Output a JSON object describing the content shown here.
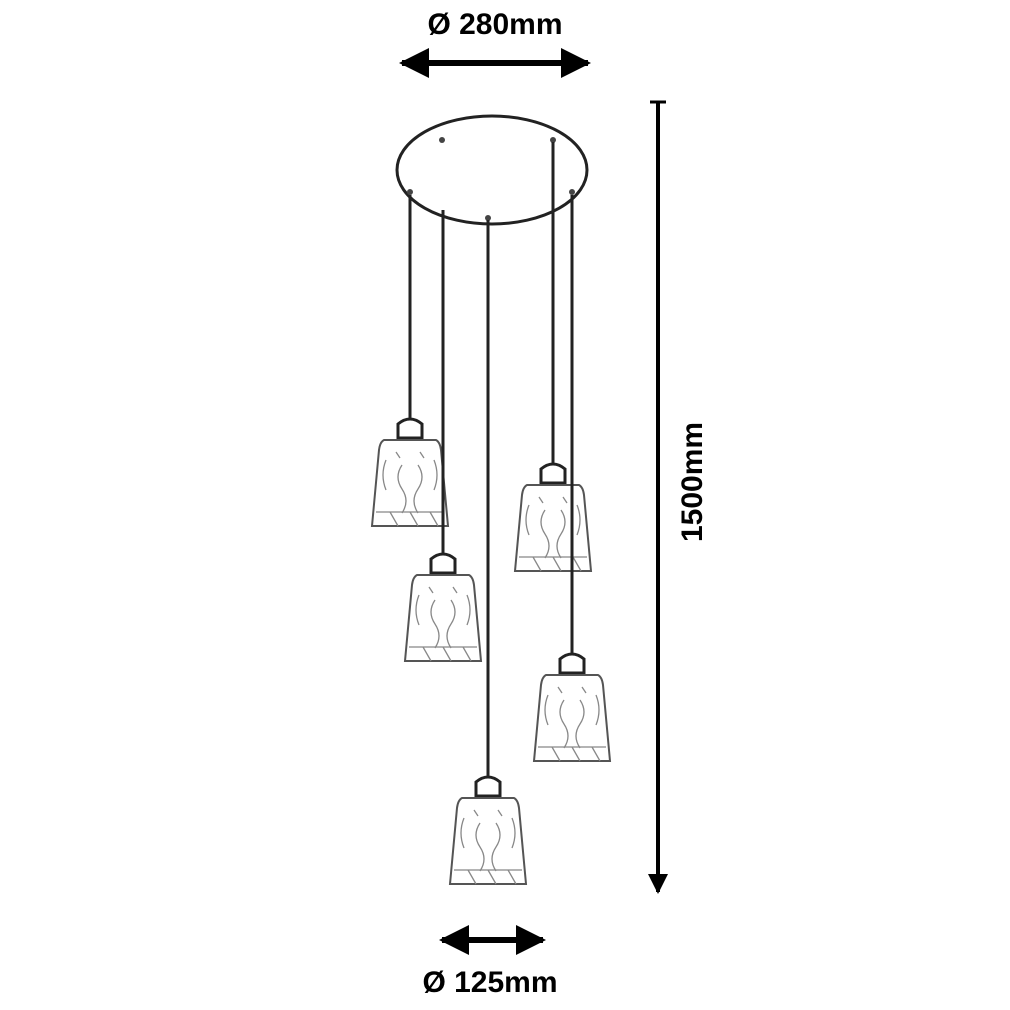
{
  "title": "Pendant lamp dimension drawing",
  "dimensions": {
    "canopy_diameter": "Ø 280mm",
    "total_height": "1500mm",
    "shade_diameter": "Ø 125mm"
  },
  "shade_count": 5
}
